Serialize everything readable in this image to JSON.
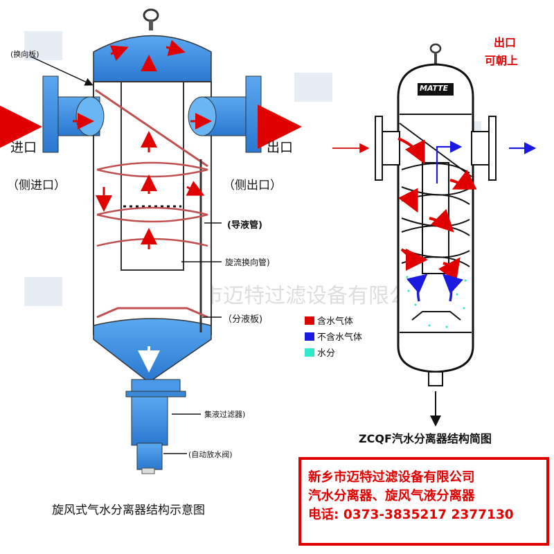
{
  "left_diagram": {
    "labels": {
      "baffle": "(换向板)",
      "inlet": "进口",
      "side_inlet": "（侧进口）",
      "outlet": "出口",
      "side_outlet": "（侧出口）",
      "guide_pipe": "(导液管)",
      "swirl_pipe": "旋流换向管)",
      "separator_plate": "（分液板)",
      "collector_filter": "集液过滤器)",
      "auto_drain": "(自动放水阀)"
    },
    "caption": "旋风式气水分离器结构示意图"
  },
  "right_diagram": {
    "brand": "MATTE",
    "outlet_note_line1": "出口",
    "outlet_note_line2": "可朝上",
    "caption": "ZCQF汽水分离器结构简图",
    "legend": [
      {
        "label": "含水气体",
        "color": "#e00000"
      },
      {
        "label": "不含水气体",
        "color": "#1a1ae0"
      },
      {
        "label": "水分",
        "color": "#2ee8c8"
      }
    ]
  },
  "company_box": {
    "line1": "新乡市迈特过滤设备有限公司",
    "line2": "汽水分离器、旋风气液分离器",
    "line3": "电话: 0373-3835217 2377130"
  },
  "watermark": "新乡市迈特过滤设备有限公司",
  "colors": {
    "vessel_blue": "#3a8fe0",
    "flow_red": "#e00000",
    "dry_blue": "#1a1ae0",
    "water_cyan": "#2ee8c8",
    "border_red": "#e00000"
  }
}
